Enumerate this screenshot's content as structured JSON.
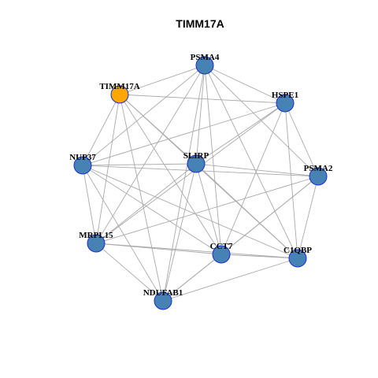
{
  "title": "TIMM17A",
  "colors": {
    "node_fill": "#4682B4",
    "node_stroke": "#1a2fd0",
    "focus_fill": "#FFA500",
    "focus_stroke": "#1a2fd0",
    "edge": "#aaaaaa"
  },
  "network": {
    "focus": "TIMM17A",
    "nodes": [
      {
        "id": "PSMA4"
      },
      {
        "id": "TIMM17A"
      },
      {
        "id": "HSPE1"
      },
      {
        "id": "NUP37"
      },
      {
        "id": "SLIRP"
      },
      {
        "id": "PSMA2"
      },
      {
        "id": "MRPL15"
      },
      {
        "id": "CCT7"
      },
      {
        "id": "C1QBP"
      },
      {
        "id": "NDUFAB1"
      }
    ],
    "edges": [
      [
        "PSMA4",
        "TIMM17A"
      ],
      [
        "PSMA4",
        "HSPE1"
      ],
      [
        "PSMA4",
        "NUP37"
      ],
      [
        "PSMA4",
        "SLIRP"
      ],
      [
        "PSMA4",
        "PSMA2"
      ],
      [
        "PSMA4",
        "MRPL15"
      ],
      [
        "PSMA4",
        "CCT7"
      ],
      [
        "PSMA4",
        "C1QBP"
      ],
      [
        "PSMA4",
        "NDUFAB1"
      ],
      [
        "TIMM17A",
        "HSPE1"
      ],
      [
        "TIMM17A",
        "SLIRP"
      ],
      [
        "TIMM17A",
        "MRPL15"
      ],
      [
        "TIMM17A",
        "CCT7"
      ],
      [
        "TIMM17A",
        "C1QBP"
      ],
      [
        "TIMM17A",
        "NDUFAB1"
      ],
      [
        "TIMM17A",
        "NUP37"
      ],
      [
        "HSPE1",
        "NUP37"
      ],
      [
        "HSPE1",
        "SLIRP"
      ],
      [
        "HSPE1",
        "MRPL15"
      ],
      [
        "HSPE1",
        "CCT7"
      ],
      [
        "HSPE1",
        "C1QBP"
      ],
      [
        "HSPE1",
        "PSMA2"
      ],
      [
        "NUP37",
        "SLIRP"
      ],
      [
        "NUP37",
        "PSMA2"
      ],
      [
        "NUP37",
        "MRPL15"
      ],
      [
        "NUP37",
        "CCT7"
      ],
      [
        "NUP37",
        "C1QBP"
      ],
      [
        "NUP37",
        "NDUFAB1"
      ],
      [
        "SLIRP",
        "PSMA2"
      ],
      [
        "SLIRP",
        "MRPL15"
      ],
      [
        "SLIRP",
        "CCT7"
      ],
      [
        "SLIRP",
        "C1QBP"
      ],
      [
        "SLIRP",
        "NDUFAB1"
      ],
      [
        "PSMA2",
        "MRPL15"
      ],
      [
        "PSMA2",
        "CCT7"
      ],
      [
        "PSMA2",
        "C1QBP"
      ],
      [
        "PSMA2",
        "NDUFAB1"
      ],
      [
        "MRPL15",
        "CCT7"
      ],
      [
        "MRPL15",
        "C1QBP"
      ],
      [
        "MRPL15",
        "NDUFAB1"
      ],
      [
        "CCT7",
        "C1QBP"
      ],
      [
        "CCT7",
        "NDUFAB1"
      ],
      [
        "C1QBP",
        "NDUFAB1"
      ]
    ]
  }
}
